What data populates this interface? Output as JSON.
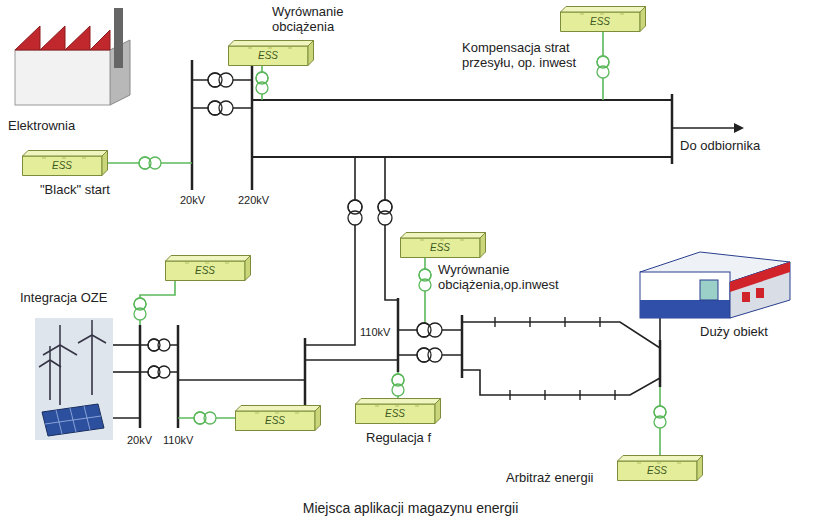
{
  "diagram": {
    "caption": "Miejsca aplikacji magazynu energii",
    "nodes": [
      {
        "text": [
          "ESS"
        ]
      },
      {
        "text": [
          "ESS"
        ]
      },
      {
        "text": [
          "ESS"
        ]
      },
      {
        "text": [
          "ESS"
        ]
      },
      {
        "text": [
          "ESS"
        ]
      },
      {
        "text": [
          "ESS"
        ]
      },
      {
        "text": [
          "ESS"
        ]
      },
      {
        "text": [
          "ESS"
        ]
      }
    ],
    "labels": [
      "Wyrównanie obciążenia",
      "Kompensacja strat przesyłu, op. inwest",
      "Elektrownia",
      "Do odbiornika",
      "\"Black\" start",
      "20kV",
      "220kV",
      "Wyrównanie obciążenia,op.inwest",
      "Duży obiekt",
      "Integracja OZE",
      "110kV",
      "20kV",
      "110kV",
      "Regulacja f",
      "Arbitraż energii"
    ]
  }
}
